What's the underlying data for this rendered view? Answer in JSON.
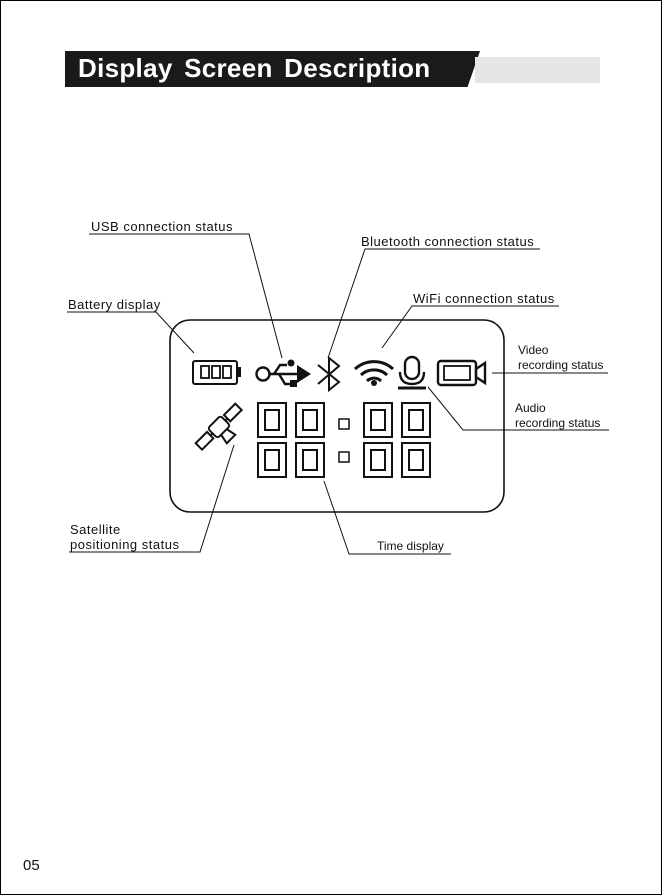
{
  "header": {
    "title": "Display Screen Description"
  },
  "labels": {
    "usb": "USB connection status",
    "bluetooth": "Bluetooth connection status",
    "battery": "Battery display",
    "wifi": "WiFi connection status",
    "video_line1": "Video",
    "video_line2": "recording status",
    "audio_line1": "Audio",
    "audio_line2": "recording status",
    "satellite_line1": "Satellite",
    "satellite_line2": "positioning status",
    "time": "Time display"
  },
  "icons": {
    "battery": "battery-icon",
    "usb": "usb-icon",
    "bluetooth": "bluetooth-icon",
    "wifi": "wifi-icon",
    "microphone": "microphone-icon",
    "camera": "video-camera-icon",
    "satellite": "satellite-icon"
  },
  "colors": {
    "title_bar": "#1a1a1a",
    "title_accent": "#e6e6e6",
    "ink": "#111111"
  },
  "footer": {
    "page_number": "05"
  }
}
